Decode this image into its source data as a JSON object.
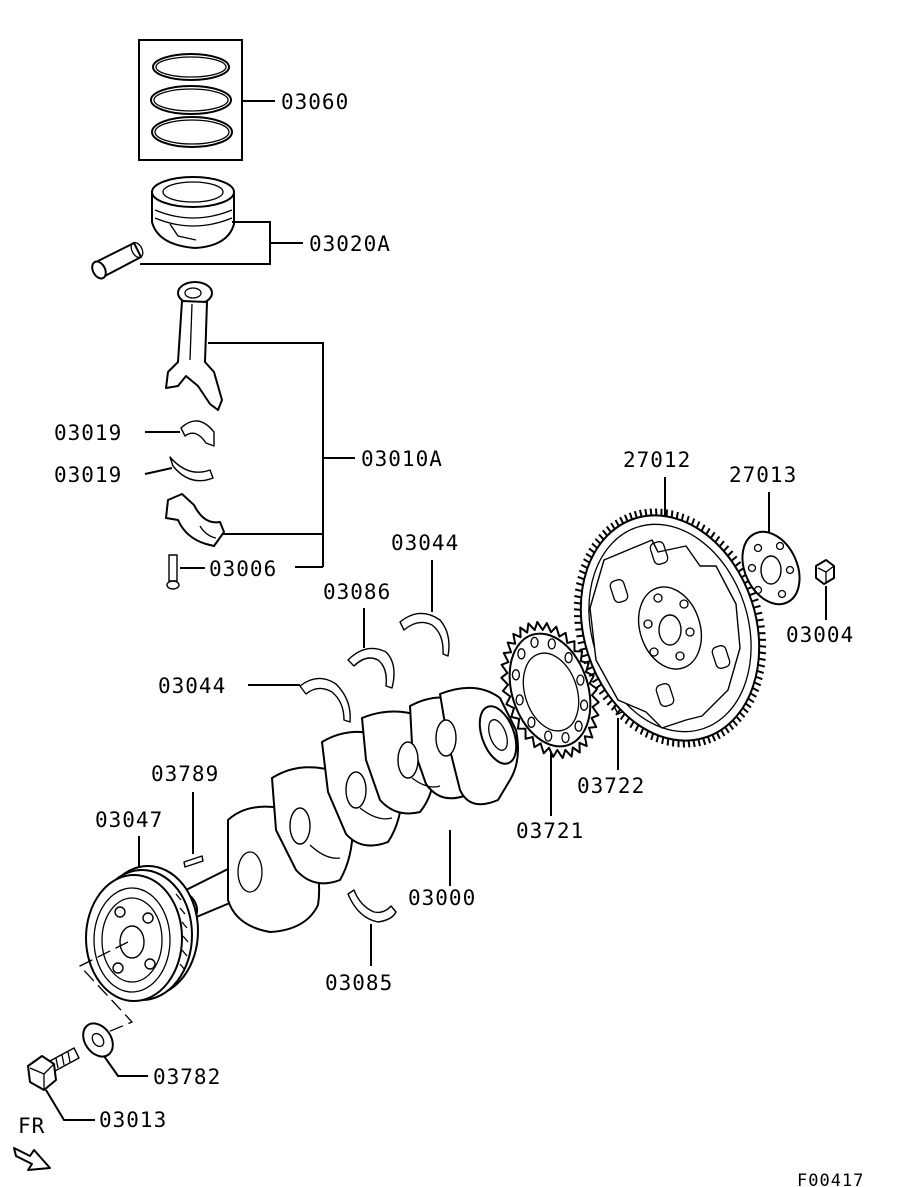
{
  "parts": {
    "piston_ring_set": "03060",
    "piston_assy": "03020A",
    "connecting_rod_assy": "03010A",
    "rod_bearing_upper": "03019",
    "rod_bearing_lower": "03019",
    "rod_bolt": "03006",
    "thrust_bearing_upper": "03044",
    "main_bearing_upper": "03086",
    "thrust_bearing_lower": "03044",
    "key": "03789",
    "damper_pulley": "03047",
    "crankshaft": "03000",
    "main_bearing_lower": "03085",
    "washer": "03782",
    "pulley_bolt": "03013",
    "sensing_plate": "03721",
    "plate_pin": "03722",
    "flywheel": "27012",
    "adapter_plate": "27013",
    "flywheel_bolt": "03004"
  },
  "direction_label": "FR",
  "figure_code": "F00417"
}
